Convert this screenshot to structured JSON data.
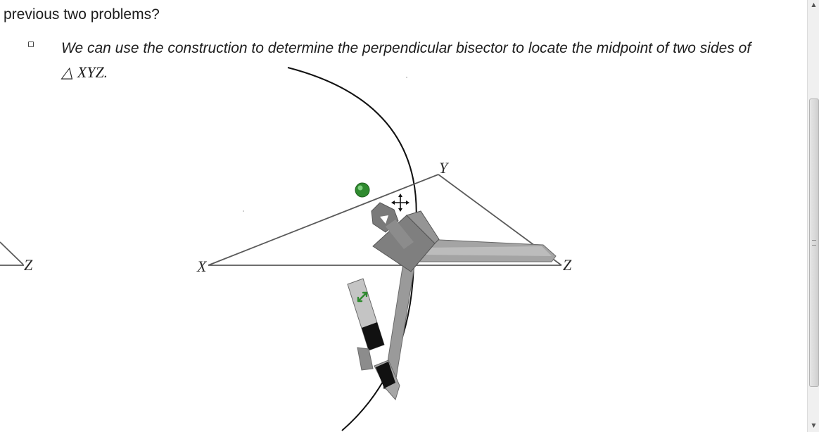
{
  "question": {
    "tail_text": "previous two problems?"
  },
  "answer": {
    "text_before": "We can use the construction to determine the perpendicular bisector to locate the midpoint of two sides of ",
    "triangle_symbol": "△",
    "triangle_name": "XYZ",
    "text_after": "."
  },
  "diagram": {
    "vertex_x": "X",
    "vertex_y": "Y",
    "vertex_z": "Z",
    "left_edge_z": "Z"
  },
  "colors": {
    "text": "#1d1d1d",
    "lines": "#5a5a5a",
    "arc": "#111111",
    "compass_body": "#7f7f7f",
    "compass_leg": "#a0a0a0",
    "handle_green": "#2f8a2f"
  },
  "icons": {
    "bullet": "square-bullet-icon",
    "cursor": "move-cursor-icon",
    "handle": "green-handle-icon",
    "resize": "resize-arrow-icon"
  }
}
